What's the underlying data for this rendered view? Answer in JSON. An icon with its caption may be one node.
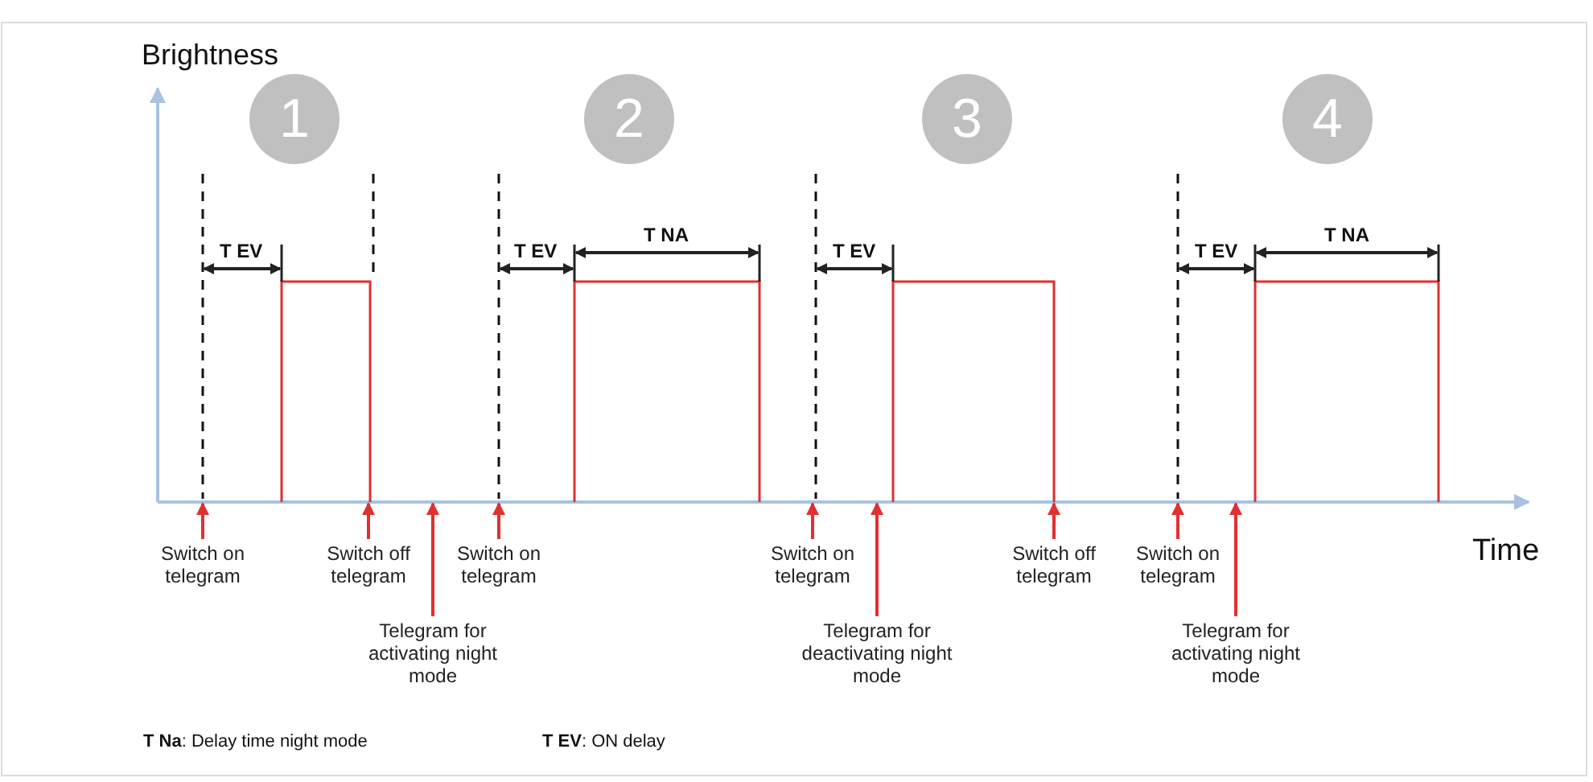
{
  "diagram": {
    "nodes": [
      {
        "text": [
          "1"
        ]
      },
      {
        "text": [
          "2"
        ]
      },
      {
        "text": [
          "3"
        ]
      },
      {
        "text": [
          "4"
        ]
      },
      {
        "text": [
          "Switch on telegram"
        ]
      },
      {
        "text": [
          "Switch off telegram"
        ]
      },
      {
        "text": [
          "Telegram for activating night mode"
        ]
      },
      {
        "text": [
          "Switch on telegram"
        ]
      },
      {
        "text": [
          "Switch on telegram"
        ]
      },
      {
        "text": [
          "Telegram for deactivating night mode"
        ]
      },
      {
        "text": [
          "Switch off telegram"
        ]
      },
      {
        "text": [
          "Switch on telegram"
        ]
      },
      {
        "text": [
          "Telegram for activating night mode"
        ]
      },
      {
        "text": [],
        "shape": "bar"
      }
    ],
    "edges": [
      {
        "from": 4,
        "to": 13,
        "arrow": "to"
      },
      {
        "from": 5,
        "to": 13,
        "arrow": "to"
      },
      {
        "from": 6,
        "to": 13,
        "arrow": "to"
      },
      {
        "from": 7,
        "to": 13,
        "arrow": "to"
      },
      {
        "from": 8,
        "to": 13,
        "arrow": "to"
      },
      {
        "from": 9,
        "to": 13,
        "arrow": "to"
      },
      {
        "from": 10,
        "to": 13,
        "arrow": "to"
      },
      {
        "from": 11,
        "to": 13,
        "arrow": "to"
      },
      {
        "from": 12,
        "to": 13,
        "arrow": "to"
      }
    ],
    "labels": [
      "Brightness",
      "T EV",
      "T EV",
      "T NA",
      "T EV",
      "T EV",
      "T NA",
      "Time",
      "**T Na**: Delay time night mode",
      "**T EV**: ON delay"
    ]
  }
}
